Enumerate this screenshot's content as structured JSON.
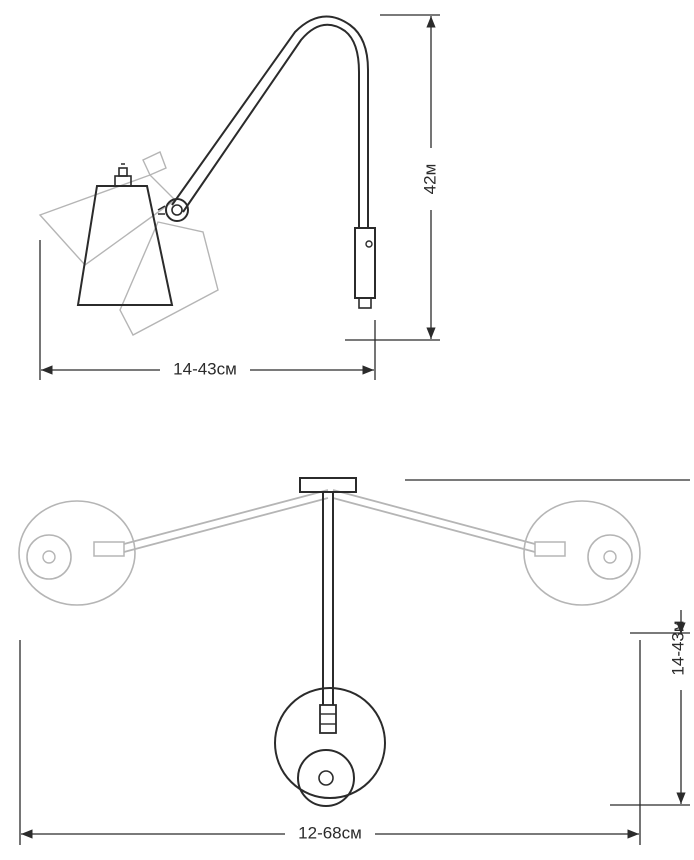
{
  "dimensions": {
    "side_height": "42м",
    "side_width": "14-43см",
    "top_depth": "14-43м",
    "top_width": "12-68см"
  },
  "colors": {
    "line": "#2b2b2b",
    "ghost": "#b5b5b5",
    "background": "#ffffff"
  }
}
